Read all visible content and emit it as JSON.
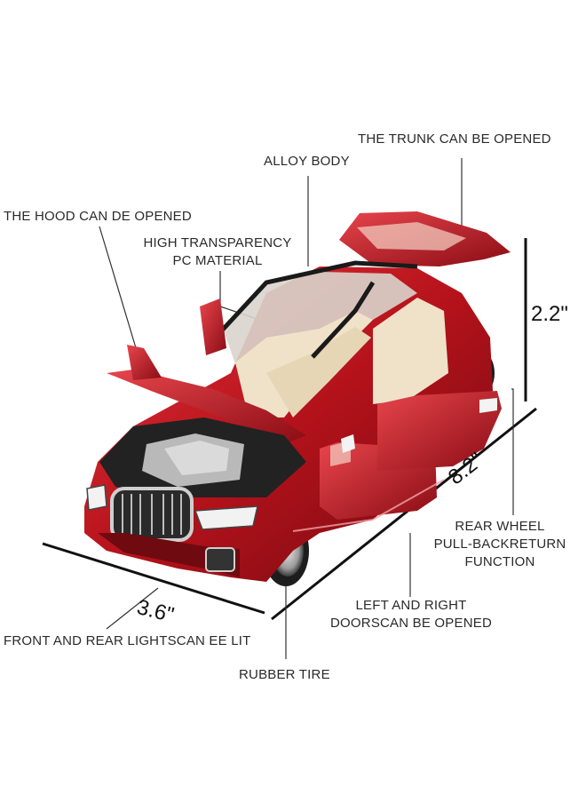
{
  "labels": {
    "trunk": "THE TRUNK CAN BE OPENED",
    "alloy": "ALLOY BODY",
    "hood": "THE HOOD CAN DE OPENED",
    "pc_line1": "HIGH TRANSPARENCY",
    "pc_line2": "PC MATERIAL",
    "rear_wheel_line1": "REAR WHEEL",
    "rear_wheel_line2": "PULL-BACKRETURN",
    "rear_wheel_line3": "FUNCTION",
    "doors_line1": "LEFT AND RIGHT",
    "doors_line2": "DOORSCAN BE OPENED",
    "lights": "FRONT AND REAR LIGHTSCAN EE LIT",
    "tire": "RUBBER TIRE"
  },
  "dimensions": {
    "height": "2.2\"",
    "length": "8.2\"",
    "width": "3.6\""
  },
  "colors": {
    "body": "#b5121b",
    "body_dark": "#6e0a10",
    "interior": "#efe2c8",
    "chrome": "#d8d8d8"
  }
}
